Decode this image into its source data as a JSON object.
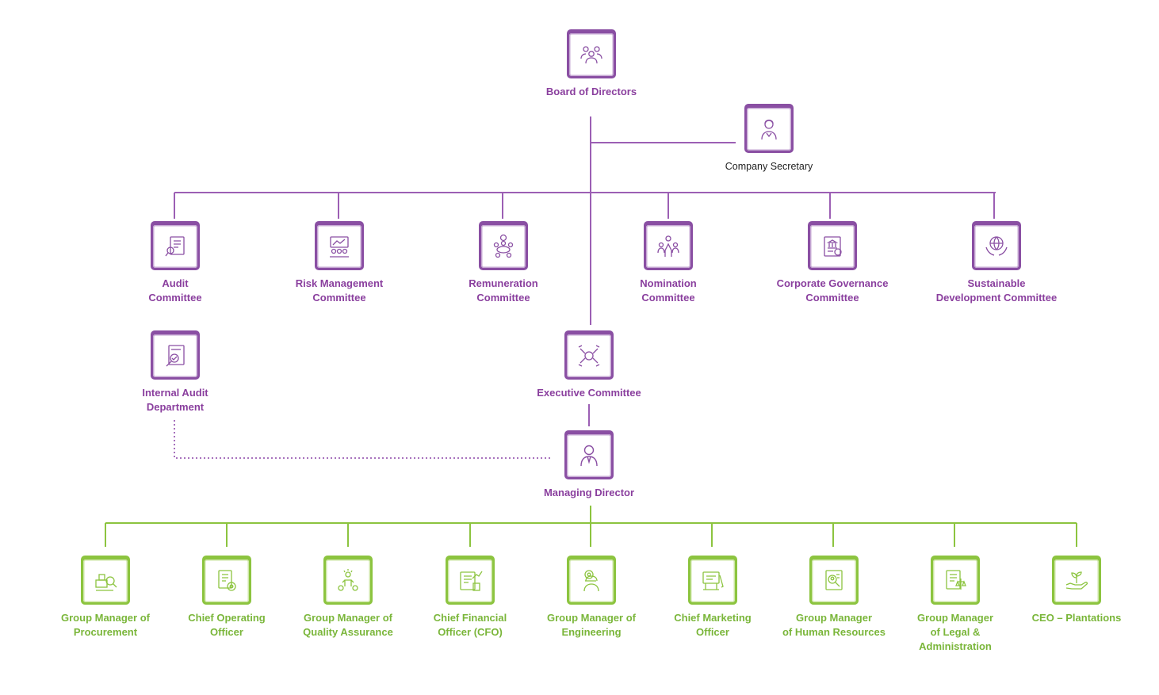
{
  "colors": {
    "purple": "#8a4fa3",
    "green": "#8cc43f",
    "dotted": "#9c5fb4"
  },
  "board": {
    "label": "Board of Directors",
    "icon": "board-group-icon"
  },
  "secretary": {
    "label": "Company Secretary",
    "icon": "secretary-person-icon"
  },
  "committees": [
    {
      "label": "Audit\nCommittee",
      "icon": "audit-report-icon"
    },
    {
      "label": "Risk Management\nCommittee",
      "icon": "risk-meeting-icon"
    },
    {
      "label": "Remuneration\nCommittee",
      "icon": "remuneration-table-icon"
    },
    {
      "label": "Nomination\nCommittee",
      "icon": "nomination-people-icon"
    },
    {
      "label": "Corporate Governance\nCommittee",
      "icon": "governance-document-icon"
    },
    {
      "label": "Sustainable\nDevelopment Committee",
      "icon": "globe-hands-icon"
    }
  ],
  "internal_audit": {
    "label": "Internal Audit\nDepartment",
    "icon": "audit-stamp-icon"
  },
  "executive": {
    "label": "Executive Committee",
    "icon": "handshake-circle-icon"
  },
  "md": {
    "label": "Managing Director",
    "icon": "director-person-icon"
  },
  "managers": [
    {
      "label": "Group Manager of\nProcurement",
      "icon": "procurement-icon"
    },
    {
      "label": "Chief Operating\nOfficer",
      "icon": "operations-gear-icon"
    },
    {
      "label": "Group Manager of\nQuality Assurance",
      "icon": "quality-award-icon"
    },
    {
      "label": "Chief Financial\nOfficer (CFO)",
      "icon": "finance-chart-icon"
    },
    {
      "label": "Group Manager of\nEngineering",
      "icon": "engineer-icon"
    },
    {
      "label": "Chief Marketing\nOfficer",
      "icon": "marketing-board-icon"
    },
    {
      "label": "Group Manager\nof Human Resources",
      "icon": "hr-search-icon"
    },
    {
      "label": "Group Manager\nof Legal &\nAdministration",
      "icon": "legal-scale-icon"
    },
    {
      "label": "CEO – Plantations",
      "icon": "plant-hand-icon"
    }
  ]
}
